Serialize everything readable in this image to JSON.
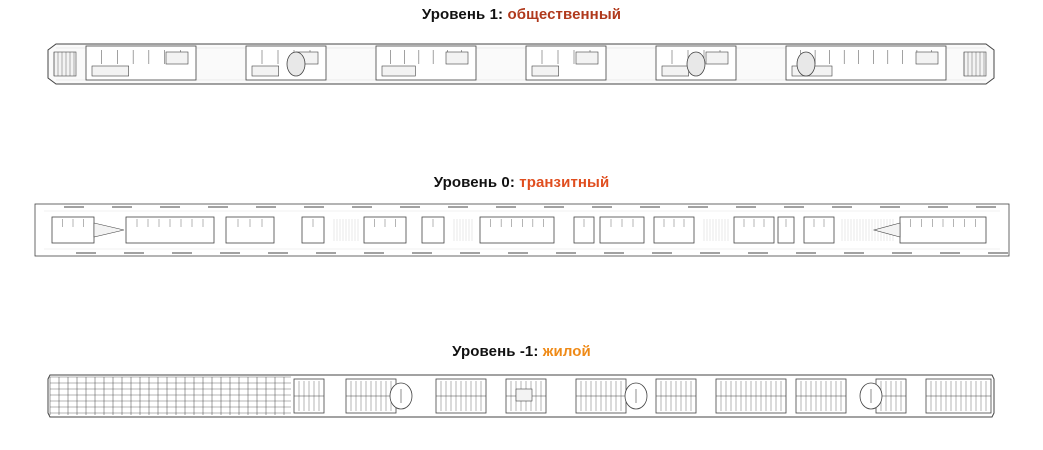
{
  "levels": [
    {
      "id": "level-1",
      "prefix": "Уровень 1:",
      "name": "общественный",
      "accent_color": "#b0391c"
    },
    {
      "id": "level-0",
      "prefix": "Уровень 0:",
      "name": "транзитный",
      "accent_color": "#e04e1f"
    },
    {
      "id": "level-m1",
      "prefix": "Уровень -1:",
      "name": "жилой",
      "accent_color": "#ef8a17"
    }
  ],
  "colors": {
    "plan_stroke": "#444444",
    "plan_fill": "#f3f3f3",
    "plan_light": "#dddddd"
  }
}
